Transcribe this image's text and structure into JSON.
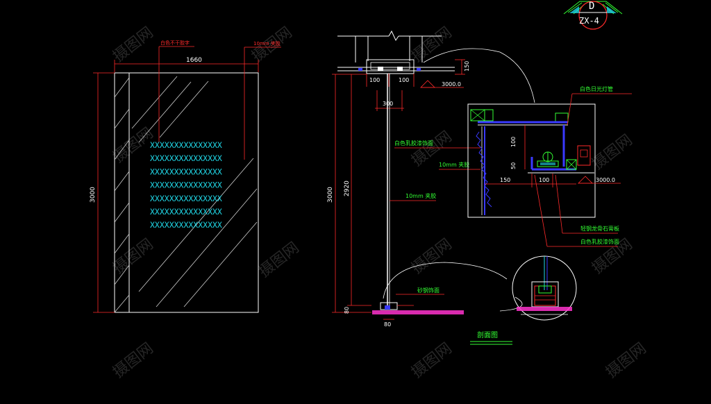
{
  "colors": {
    "background": "#000000",
    "white": "#ffffff",
    "red": "#ff2a2a",
    "green": "#33ff33",
    "cyan": "#20d8e8",
    "blue": "#3a3aff",
    "magenta": "#ff33cc",
    "yellow": "#ffff33",
    "watermark": "#2a2a2a"
  },
  "title_badge": {
    "letter": "D",
    "ref": "ZX-4"
  },
  "elevation": {
    "label_top": "白色不干胶字",
    "label_glass": "10mm 夹胶",
    "dim_width": "1660",
    "dim_height": "3000",
    "placeholder_rows": [
      "XXXXXXXXXXXXXXX",
      "XXXXXXXXXXXXXXX",
      "XXXXXXXXXXXXXXX",
      "XXXXXXXXXXXXXXX",
      "XXXXXXXXXXXXXXX",
      "XXXXXXXXXXXXXXX",
      "XXXXXXXXXXXXXXX"
    ]
  },
  "section": {
    "dim_top_150": "150",
    "dim_100_a": "100",
    "dim_100_b": "100",
    "dim_300": "300",
    "level_3000": "3000.0",
    "dim_3000": "3000",
    "dim_2920": "2920",
    "dim_80_v": "80",
    "dim_80_h": "80",
    "label_paint_face": "白色乳胶漆饰面",
    "label_glass_10mm": "10mm 夹胶",
    "label_glass_10mm_b": "10mm 夹胶",
    "label_steel": "砂钢饰面",
    "caption": "剖面图"
  },
  "detail": {
    "label_lamp": "白色日光灯管",
    "dim_100": "100",
    "dim_50": "50",
    "dim_150": "150",
    "dim_100_h": "100",
    "level": "3000.0",
    "label_gypsum": "轻钢龙骨石膏板",
    "label_paint": "白色乳胶漆饰面"
  },
  "watermark": {
    "text": "摄图网"
  }
}
